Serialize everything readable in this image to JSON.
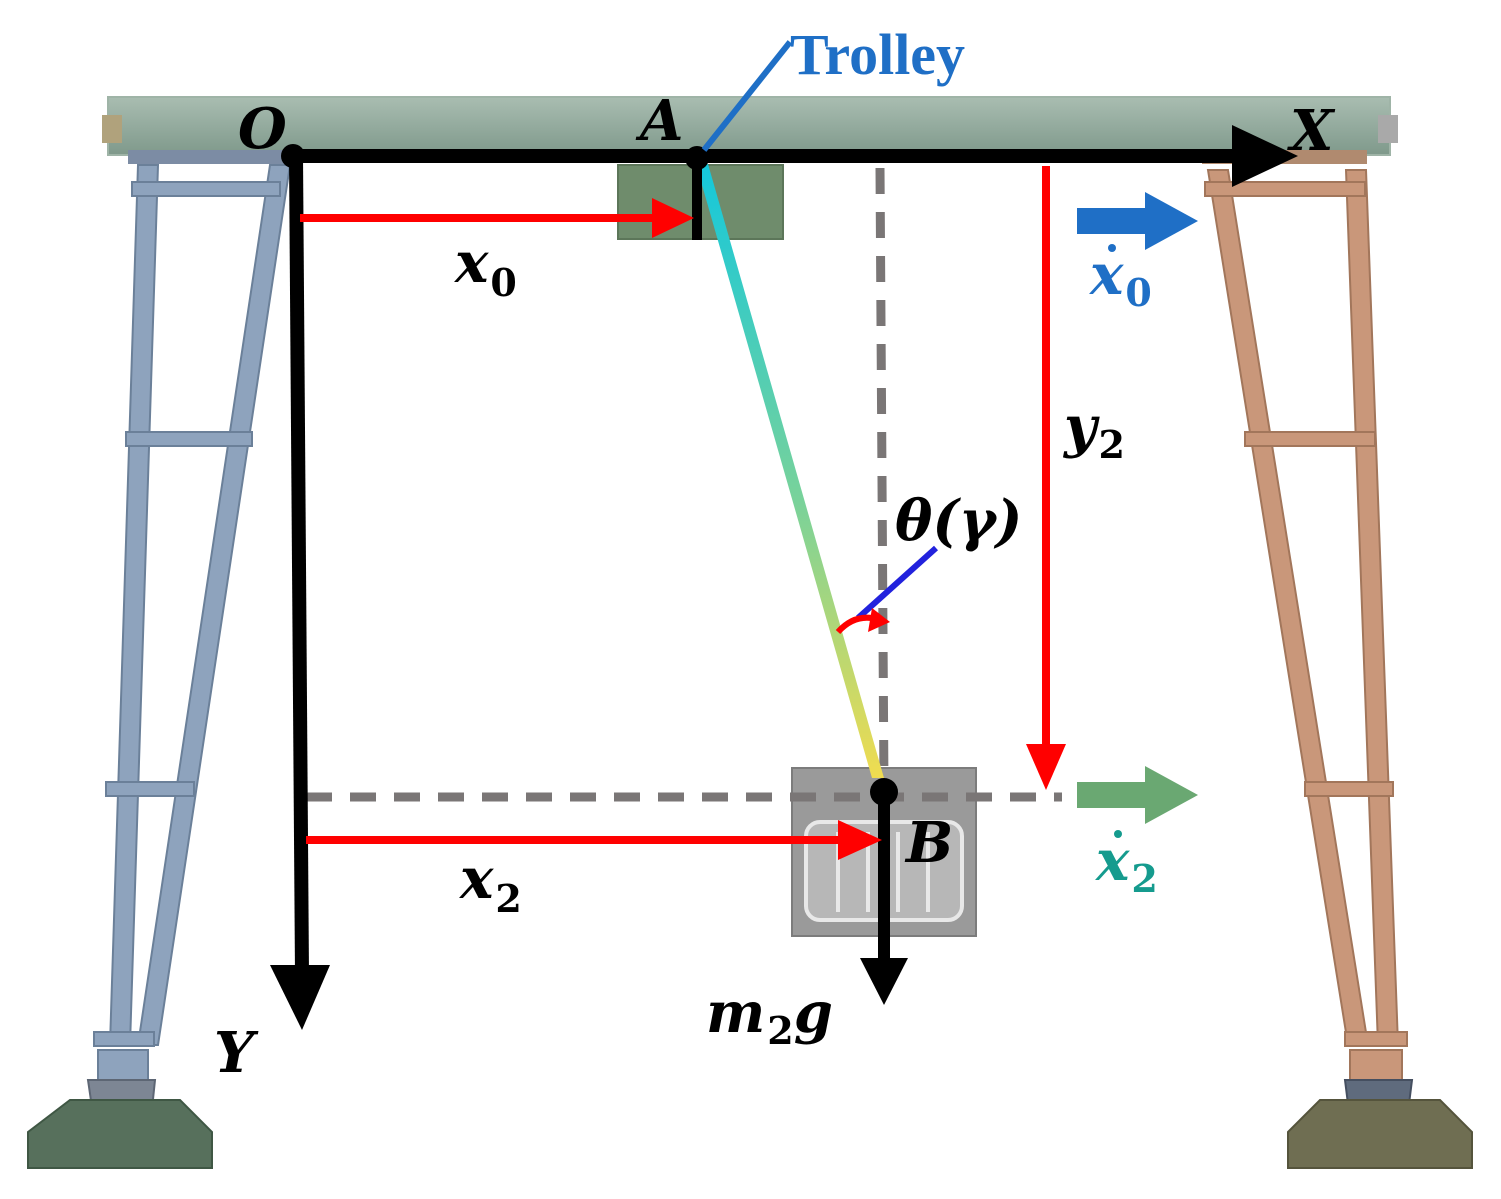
{
  "labels": {
    "origin": "O",
    "trolley_point": "A",
    "load_point": "B",
    "x_axis": "X",
    "y_axis": "Y",
    "trolley": "Trolley",
    "x0": "x",
    "x0_sub": "0",
    "x0_dot": "x",
    "x0_dot_sub": "0",
    "x2": "x",
    "x2_sub": "2",
    "x2_dot": "x",
    "x2_dot_sub": "2",
    "y2": "y",
    "y2_sub": "2",
    "theta": "θ(γ)",
    "weight_m": "m",
    "weight_sub": "2",
    "weight_g": "g"
  },
  "colors": {
    "axis": "#000000",
    "displacement_arrow": "#ff0000",
    "trolley_velocity": "#1f6fc6",
    "load_velocity": "#6aa872",
    "load_velocity_label": "#159b8e",
    "dashed_guide": "#7a7676",
    "girder": "#8fa89a",
    "left_leg": "#8ea3bd",
    "right_leg": "#c9977a",
    "trolley_box": "#6f8c6c",
    "load_box": "#9a9a9a",
    "angle_pointer": "#2222dd",
    "cable_top": "#14c8dc",
    "cable_bottom": "#f0dc50"
  },
  "icons": {
    "origin_point": "black-dot",
    "trolley_point": "black-dot",
    "load_point": "black-dot",
    "angle_arc": "red-curved-arrow"
  }
}
